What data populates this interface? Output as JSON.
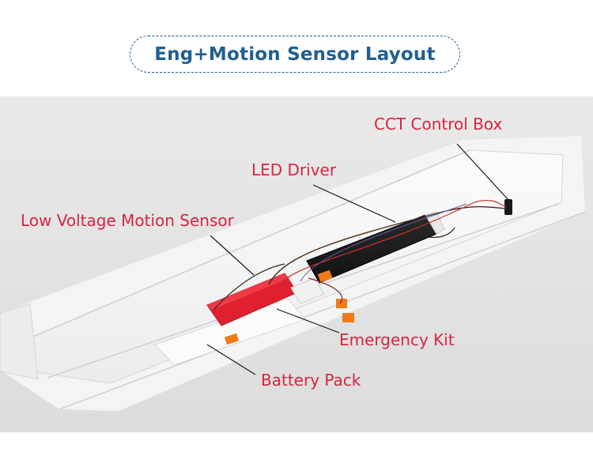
{
  "title": "Eng+Motion Sensor Layout",
  "labels": {
    "cct_control_box": "CCT Control Box",
    "led_driver": "LED Driver",
    "motion_sensor": "Low Voltage Motion Sensor",
    "emergency_kit": "Emergency Kit",
    "battery_pack": "Battery Pack"
  },
  "colors": {
    "title": "#1f5f93",
    "labels": "#d8243f",
    "photo_background": "#e3e3e3"
  }
}
